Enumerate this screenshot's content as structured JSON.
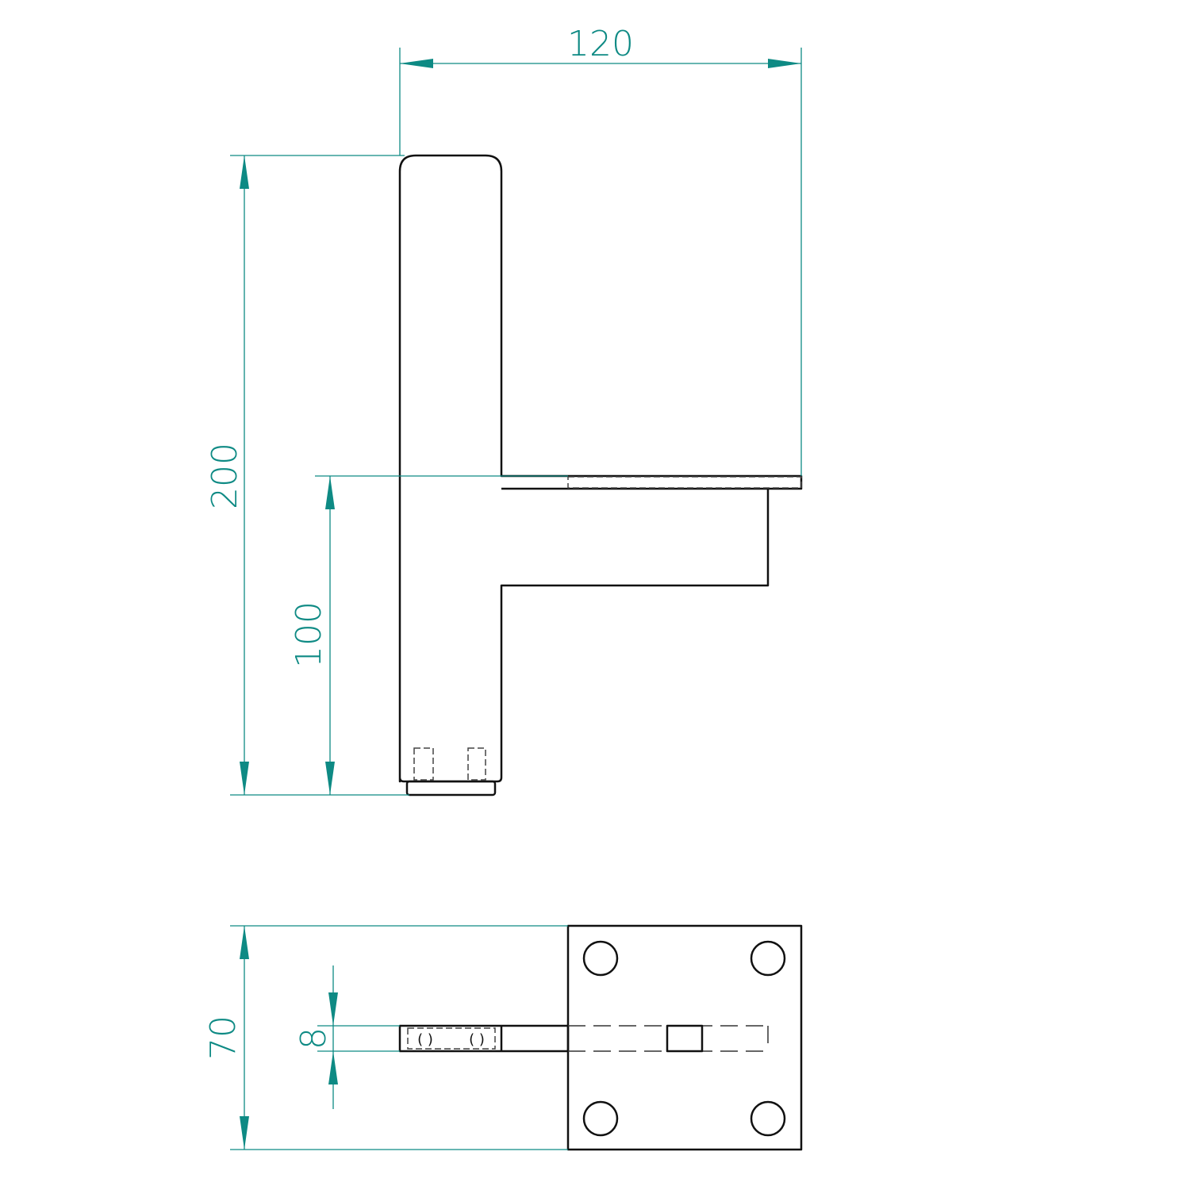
{
  "dimensions": {
    "width_top": "120",
    "height_total": "200",
    "height_arm": "100",
    "depth_plate": "70",
    "thickness_strip": "8"
  },
  "colors": {
    "dimension": "#0e8a84",
    "outline": "#111111"
  }
}
